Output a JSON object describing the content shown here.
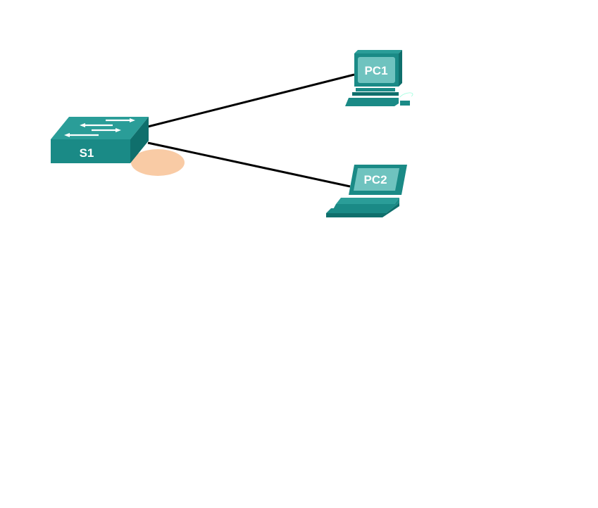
{
  "devices": {
    "switch": {
      "label": "S1"
    },
    "pc1": {
      "label": "PC1"
    },
    "pc2": {
      "label": "PC2"
    }
  },
  "colors": {
    "device_teal": "#1a8a86",
    "device_dark": "#0f6f6c",
    "screen": "#6fc3bf",
    "link": "#000000",
    "port_highlight": "#f9cba5"
  }
}
